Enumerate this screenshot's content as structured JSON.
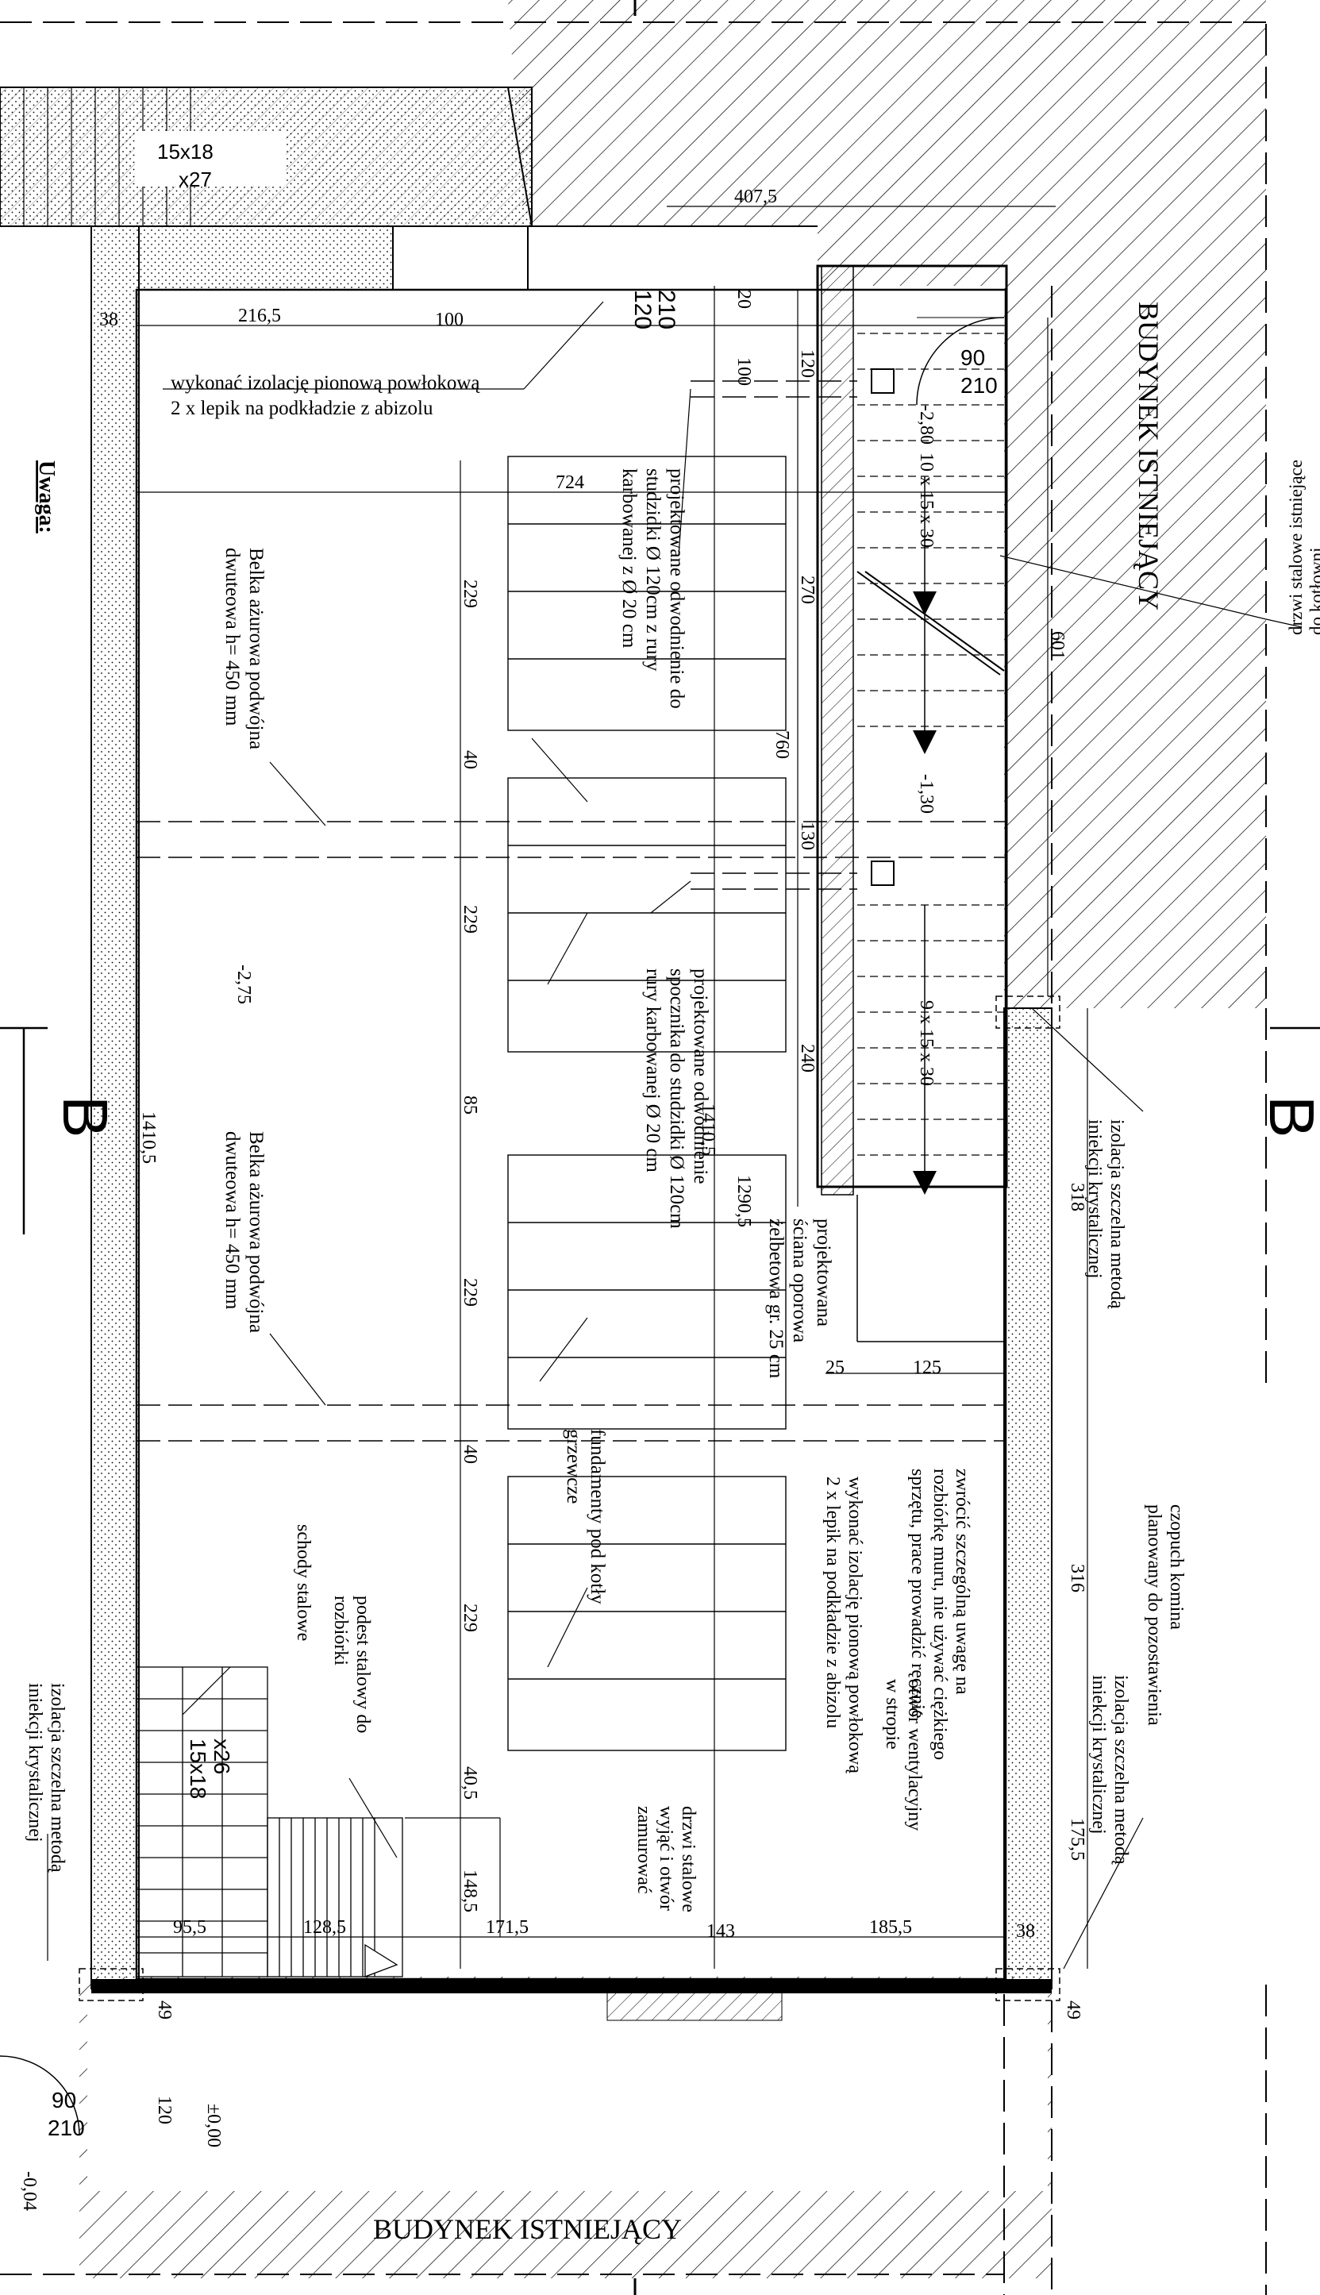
{
  "labels": {
    "top_stair": "15x18",
    "top_stair_count": "x27",
    "dim_4075": "407,5",
    "dim_38_left": "38",
    "dim_2165": "216,5",
    "dim_100": "100",
    "door_left_w": "120",
    "door_left_h": "210",
    "dim_20": "20",
    "dim_100_b": "100",
    "dim_120": "120",
    "door_right_w": "90",
    "door_right_h": "210",
    "note_insulation_1a": "wykonać izolację pionową powłokową",
    "note_insulation_1b": "2 x lepik na podkładzie z abizolu",
    "uwaga": "Uwaga:",
    "dim_724": "724",
    "drainage_a": "projektowane odwodnienie do",
    "drainage_b": "studzidki Ø 120cm z rury",
    "drainage_c": "karbowanej z Ø 20 cm",
    "beam1_a": "Belka ażurowa podwójna",
    "beam1_b": "dwuteowa h= 450 mm",
    "dim_229_a": "229",
    "dim_270": "270",
    "level_280": "-2,80",
    "stairs_1": "10 x 15 x 30",
    "dim_601": "601",
    "existing_building_right": "BUDYNEK ISTNIEJĄCY",
    "door_note_a": "drzwi stalowe istniejące",
    "door_note_b": "do kotłowni",
    "dim_760": "760",
    "dim_40_a": "40",
    "level_130": "-1,30",
    "dim_130": "130",
    "dim_229_b": "229",
    "level_275": "-2,75",
    "section_b": "B",
    "drainage2_a": "projektowane odwodnienie",
    "drainage2_b": "spocznika do studzidki Ø 120cm",
    "drainage2_c": "rury karbowanej Ø 20 cm",
    "dim_240": "240",
    "stairs_2": "9 x 15 x 30",
    "dim_85": "85",
    "dim_14105_a": "1410,5",
    "dim_14105_b": "1410,5",
    "dim_12905": "1290,5",
    "inj_a": "izolacja szczelna metodą",
    "inj_b": "iniekcji krystalicznej",
    "dim_318": "318",
    "beam2_a": "Belka ażurowa podwójna",
    "beam2_b": "dwuteowa h= 450 mm",
    "wall_a": "projektowana",
    "wall_b": "ściana oporowa",
    "wall_c": "żelbetowa gr. 25 cm",
    "dim_229_c": "229",
    "dim_25": "25",
    "dim_125": "125",
    "dim_40_b": "40",
    "found_a": "fundamenty pod kotły",
    "found_b": "grzewcze",
    "chimney_a": "czopuch komina",
    "chimney_b": "planowany do pozostawienia",
    "care_a": "zwrócić szczególną uwagę na",
    "care_b": "rozbiórkę muru, nie używać ciężkiego",
    "care_c": "sprzętu, prace prowadzić ręcznie",
    "dim_316": "316",
    "ins2_a": "wykonać izolację pionową powłokową",
    "ins2_b": "2 x lepik na podkładzie z abizolu",
    "vent_a": "otwór wentylacyjny",
    "vent_b": "w stropie",
    "stairs_steel": "schody stalowe",
    "dim_229_d": "229",
    "landing_a": "podest stalowy do",
    "landing_b": "rozbiórki",
    "stair2": "15x18",
    "stair2_count": "x26",
    "dim_405": "40,5",
    "inj2_a": "izolacja szczelna metodą",
    "inj2_b": "iniekcji krystalicznej",
    "inj3_a": "izolacja szczelna metodą",
    "inj3_b": "iniekcji krystalicznej",
    "dim_1755": "175,5",
    "door_steel_a": "drzwi stalowe",
    "door_steel_b": "wyjąć i otwór",
    "door_steel_c": "zamurować",
    "dim_1485": "148,5",
    "dim_955": "95,5",
    "dim_1285": "128,5",
    "dim_1715": "171,5",
    "dim_143": "143",
    "dim_1855": "185,5",
    "dim_38_right": "38",
    "dim_49_left": "49",
    "dim_49_right": "49",
    "door_bl_w": "90",
    "door_bl_h": "210",
    "dim_120_b": "120",
    "level_000": "±0,00",
    "level_004": "-0,04",
    "existing_building_bottom": "BUDYNEK ISTNIEJĄCY"
  }
}
